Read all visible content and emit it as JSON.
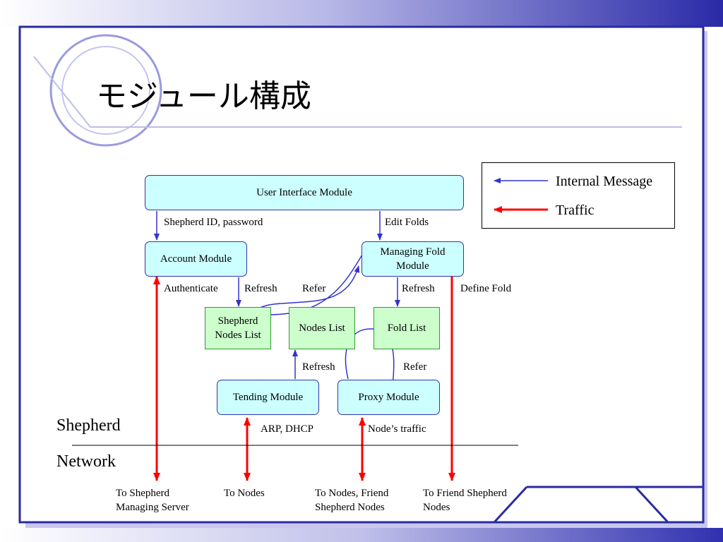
{
  "title": "モジュール構成",
  "legend": {
    "internal": "Internal Message",
    "traffic": "Traffic"
  },
  "colors": {
    "internal": "#3333cc",
    "traffic": "#ff0000",
    "module_fill": "#ccffff",
    "list_fill": "#ccffcc"
  },
  "modules": {
    "ui": "User Interface Module",
    "account": "Account Module",
    "fold": "Managing Fold Module",
    "tending": "Tending Module",
    "proxy": "Proxy Module"
  },
  "lists": {
    "shepherd_nodes": "Shepherd Nodes  List",
    "nodes": "Nodes  List",
    "fold": "Fold List"
  },
  "labels": {
    "shepherd_id": "Shepherd ID, password",
    "edit_folds": "Edit Folds",
    "authenticate": "Authenticate",
    "refresh_account": "Refresh",
    "refer_fold": "Refer",
    "refresh_fold": "Refresh",
    "define_fold": "Define Fold",
    "refresh_tending": "Refresh",
    "refer_proxy": "Refer",
    "arp_dhcp": "ARP, DHCP",
    "node_traffic": "Node’s traffic"
  },
  "zones": {
    "shepherd": "Shepherd",
    "network": "Network"
  },
  "destinations": {
    "managing_server": "To Shepherd Managing Server",
    "nodes": "To Nodes",
    "nodes_friend": "To  Nodes, Friend Shepherd Nodes",
    "friend": "To Friend Shepherd Nodes"
  }
}
